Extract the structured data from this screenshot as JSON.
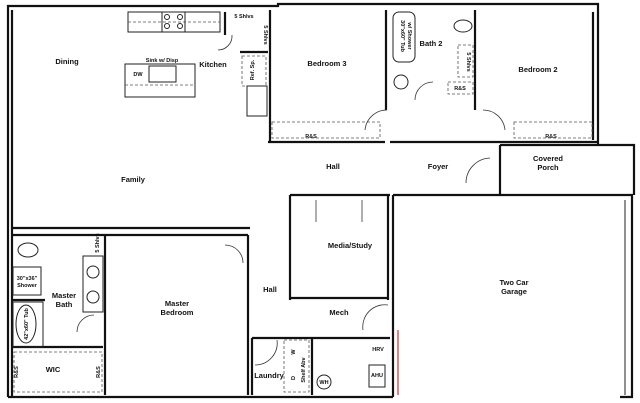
{
  "rooms": {
    "dining": "Dining",
    "kitchen": "Kitchen",
    "family": "Family",
    "bedroom3": "Bedroom 3",
    "bath2": "Bath 2",
    "bedroom2": "Bedroom 2",
    "hall_upper": "Hall",
    "foyer": "Foyer",
    "covered_porch_1": "Covered",
    "covered_porch_2": "Porch",
    "media_study": "Media/Study",
    "two_car_garage_1": "Two Car",
    "two_car_garage_2": "Garage",
    "master_bath_1": "Master",
    "master_bath_2": "Bath",
    "master_bedroom_1": "Master",
    "master_bedroom_2": "Bedroom",
    "hall_lower": "Hall",
    "mech": "Mech",
    "laundry": "Laundry",
    "wic": "WIC"
  },
  "fixtures": {
    "sink": "Sink w/ Disp",
    "dw": "DW",
    "pantry_shelves_top": "5 Shlvs",
    "pantry_shelves_side": "5 Shlvs",
    "ref_space": "Ref. Sp.",
    "bedroom3_closet": "R&S",
    "tub_1": "30\"x60\" Tub",
    "tub_2": "w/ Shower",
    "bath2_shelves": "5 Shlvs",
    "bath2_closet": "R&S",
    "bedroom2_closet": "R&S",
    "master_shelves": "5 Shlvs",
    "master_shower_1": "30\"x36\"",
    "master_shower_2": "Shower",
    "master_tub": "42\"x60\" Tub",
    "wic_rs_left": "R&S",
    "wic_rs_right": "R&S",
    "washer": "W",
    "dryer": "D",
    "shelf_above": "Shelf Abv",
    "water_heater": "WH",
    "hrv": "HRV",
    "ahu": "AHU"
  },
  "colors": {
    "wall": "#111111",
    "accent_line": "#cc0000"
  }
}
